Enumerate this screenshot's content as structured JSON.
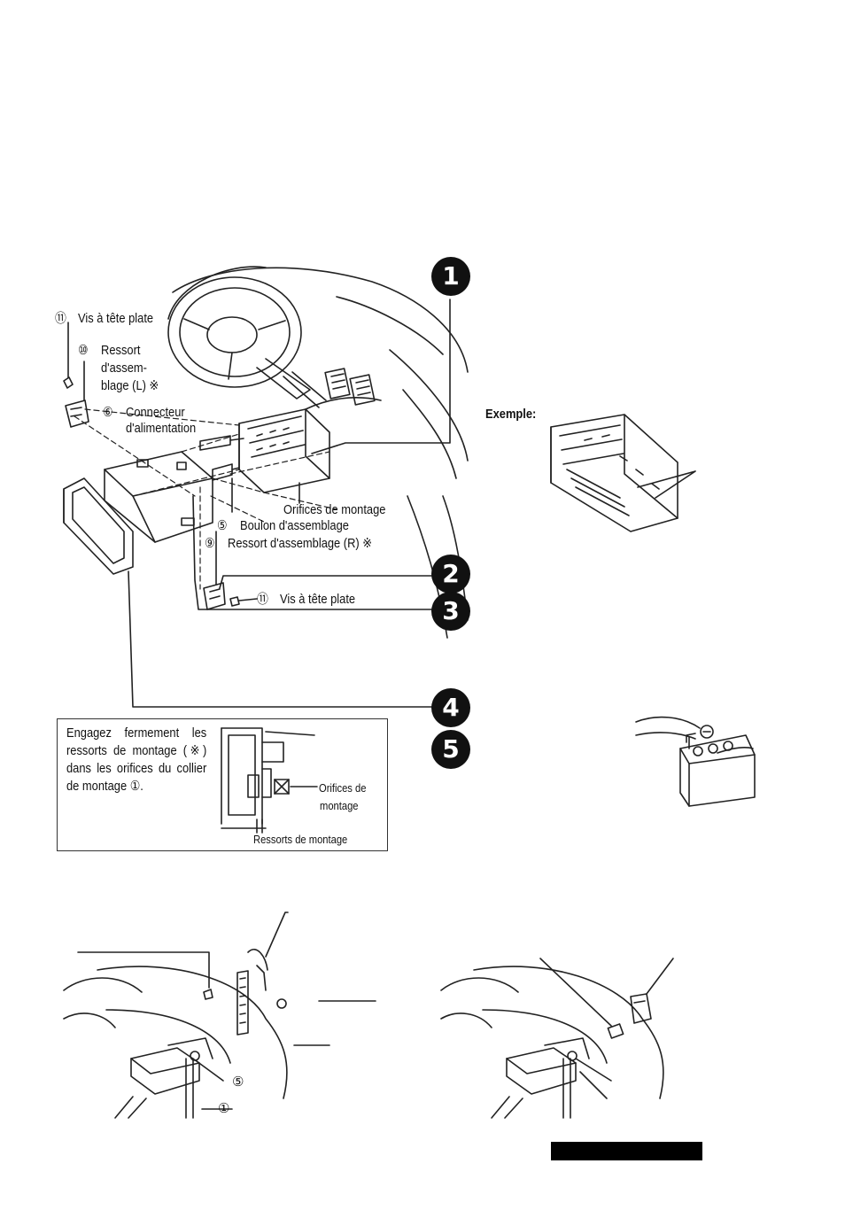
{
  "labels": {
    "vis_tete_plate_top": "Vis à tête plate",
    "ressort_l_line1": "Ressort",
    "ressort_l_line2": "d'assem-",
    "ressort_l_line3": "blage (L) ※",
    "connecteur_line1": "Connecteur",
    "connecteur_line2": "d'alimentation",
    "orifices_montage": "Orifices de montage",
    "boulon": "Boulon d'assemblage",
    "ressort_r": "Ressort d'assemblage (R) ※",
    "vis_tete_plate_bottom": "Vis à tête plate",
    "exemple": "Exemple:"
  },
  "markers": {
    "m11": "⑪",
    "m10": "⑩",
    "m6": "⑥",
    "m5": "⑤",
    "m9": "⑨",
    "m11b": "⑪",
    "m5_bottom": "⑤",
    "m1_bottom": "①"
  },
  "steps": [
    "1",
    "2",
    "3",
    "4",
    "5"
  ],
  "note": {
    "text": "Engagez fermement les ressorts de montage (※) dans les orifices du collier de montage ①.",
    "inset_orifices_line1": "Orifices de",
    "inset_orifices_line2": "montage",
    "inset_ressorts": "Ressorts de montage"
  },
  "colors": {
    "ink": "#111111",
    "paper": "#ffffff",
    "bar": "#000000"
  }
}
